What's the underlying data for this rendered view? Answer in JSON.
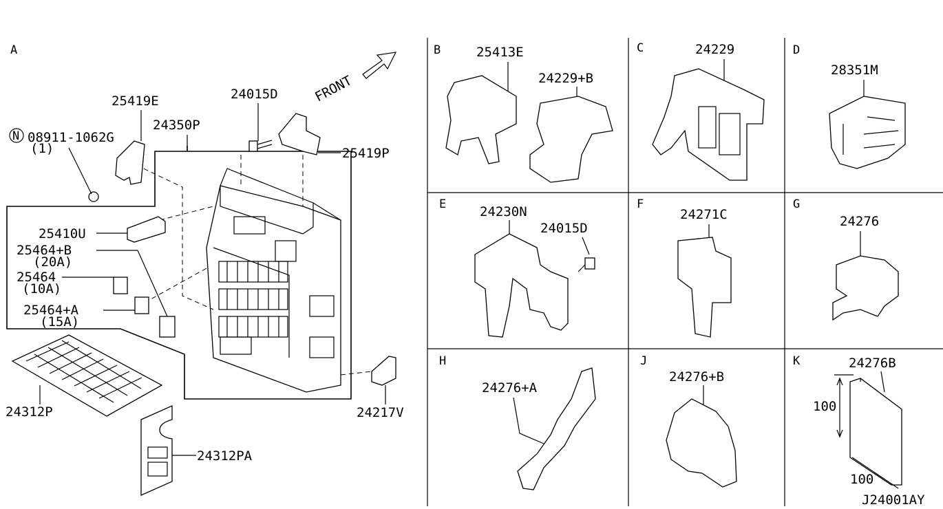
{
  "diagram_id": "J24001AY",
  "panel_a": {
    "section": "A",
    "front_label": "FRONT",
    "nut_symbol": "N",
    "parts": {
      "p25419E": "25419E",
      "p08911": "08911-1062G",
      "p08911_qty": "(1)",
      "p24350P": "24350P",
      "p24015D": "24015D",
      "p25419P": "25419P",
      "p25410U": "25410U",
      "p25464B": "25464+B",
      "p25464B_amp": "(20A)",
      "p25464": "25464",
      "p25464_amp": "(10A)",
      "p25464A": "25464+A",
      "p25464A_amp": "(15A)",
      "p24312P": "24312P",
      "p24312PA": "24312PA",
      "p24217V": "24217V"
    }
  },
  "panels": [
    {
      "section": "B",
      "parts": [
        "25413E",
        "24229+B"
      ]
    },
    {
      "section": "C",
      "parts": [
        "24229"
      ]
    },
    {
      "section": "D",
      "parts": [
        "28351M"
      ]
    },
    {
      "section": "E",
      "parts": [
        "24230N",
        "24015D"
      ]
    },
    {
      "section": "F",
      "parts": [
        "24271C"
      ]
    },
    {
      "section": "G",
      "parts": [
        "24276"
      ]
    },
    {
      "section": "H",
      "parts": [
        "24276+A"
      ]
    },
    {
      "section": "J",
      "parts": [
        "24276+B"
      ]
    },
    {
      "section": "K",
      "parts": [
        "24276B"
      ],
      "dim_height": "100",
      "dim_width": "100"
    }
  ]
}
